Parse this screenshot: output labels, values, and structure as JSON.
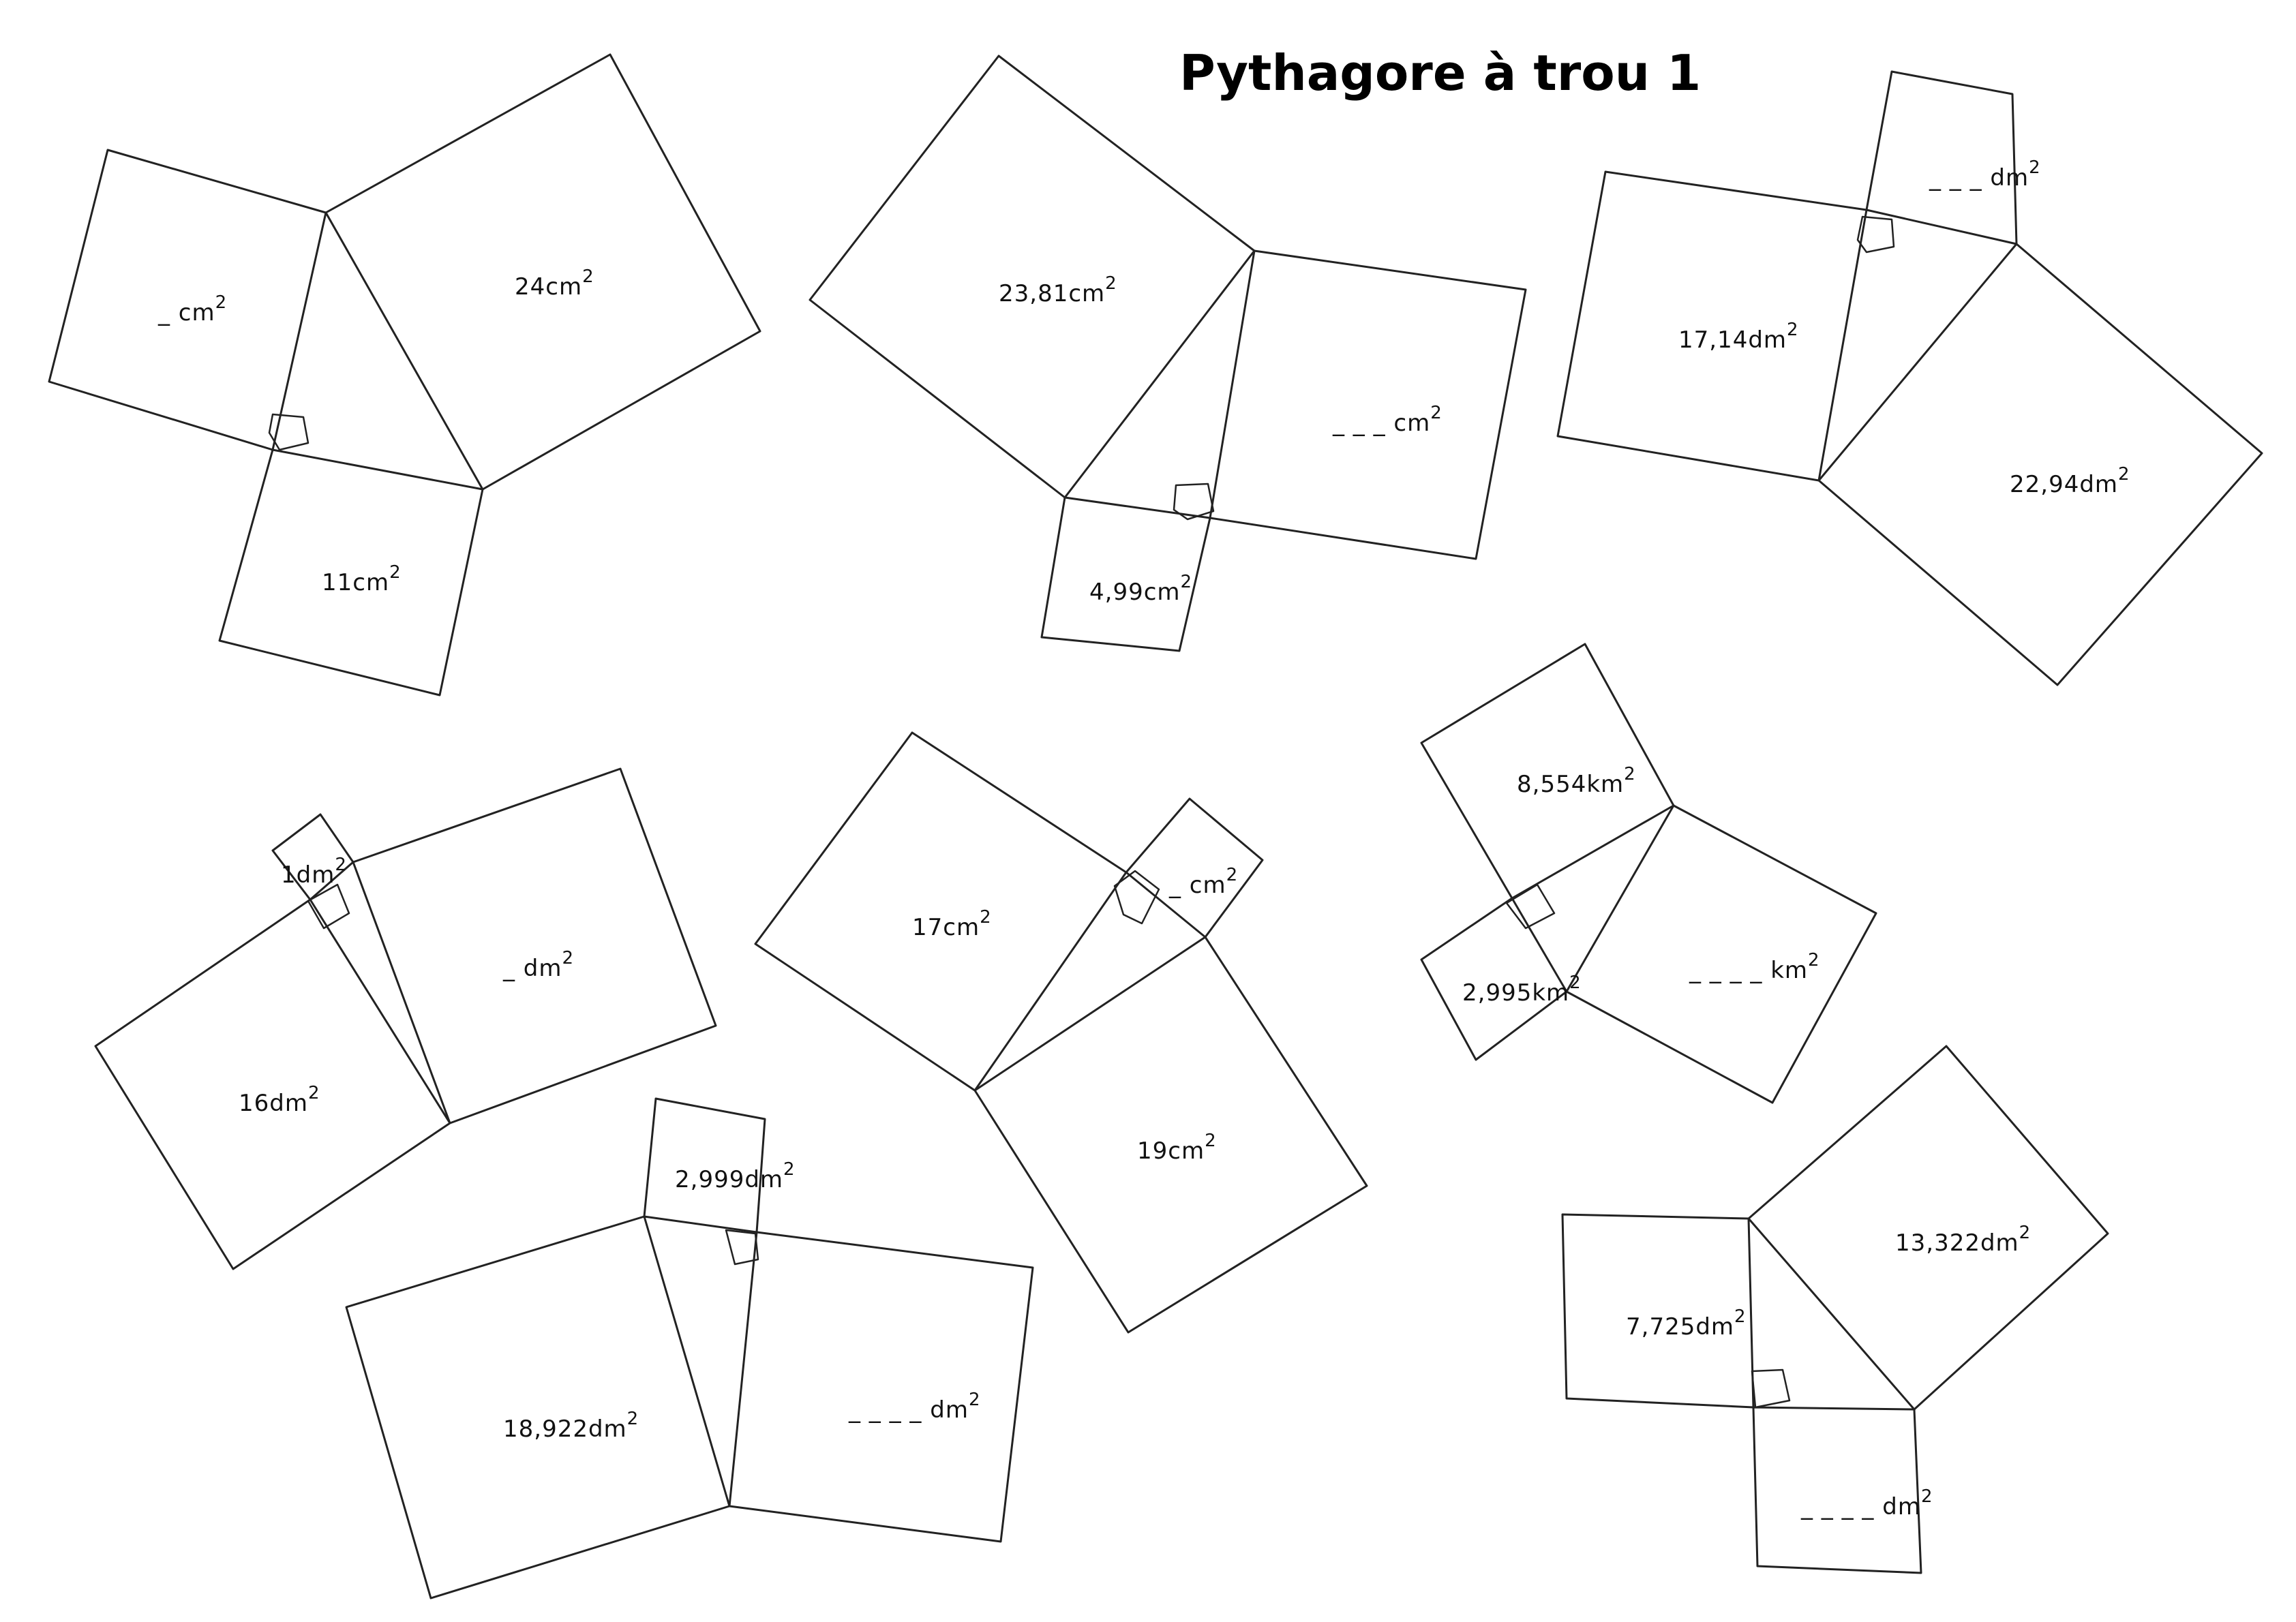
{
  "title": "Pythagore à trou 1",
  "figures": [
    {
      "labels": [
        {
          "id": "f1-a",
          "value": "_ cm",
          "exp": "2"
        },
        {
          "id": "f1-b",
          "value": "24cm",
          "exp": "2"
        },
        {
          "id": "f1-c",
          "value": "11cm",
          "exp": "2"
        }
      ]
    },
    {
      "labels": [
        {
          "id": "f2-a",
          "value": "23,81cm",
          "exp": "2"
        },
        {
          "id": "f2-b",
          "value": "_ _ _ cm",
          "exp": "2"
        },
        {
          "id": "f2-c",
          "value": "4,99cm",
          "exp": "2"
        }
      ]
    },
    {
      "labels": [
        {
          "id": "f3-a",
          "value": "_ _ _ dm",
          "exp": "2"
        },
        {
          "id": "f3-b",
          "value": "17,14dm",
          "exp": "2"
        },
        {
          "id": "f3-c",
          "value": "22,94dm",
          "exp": "2"
        }
      ]
    },
    {
      "labels": [
        {
          "id": "f4-a",
          "value": "1dm",
          "exp": "2"
        },
        {
          "id": "f4-b",
          "value": "_ dm",
          "exp": "2"
        },
        {
          "id": "f4-c",
          "value": "16dm",
          "exp": "2"
        }
      ]
    },
    {
      "labels": [
        {
          "id": "f5-a",
          "value": "17cm",
          "exp": "2"
        },
        {
          "id": "f5-b",
          "value": "_ cm",
          "exp": "2"
        },
        {
          "id": "f5-c",
          "value": "19cm",
          "exp": "2"
        }
      ]
    },
    {
      "labels": [
        {
          "id": "f6-a",
          "value": "8,554km",
          "exp": "2"
        },
        {
          "id": "f6-b",
          "value": "2,995km",
          "exp": "2"
        },
        {
          "id": "f6-c",
          "value": "_ _ _ _ km",
          "exp": "2"
        }
      ]
    },
    {
      "labels": [
        {
          "id": "f7-a",
          "value": "2,999dm",
          "exp": "2"
        },
        {
          "id": "f7-b",
          "value": "18,922dm",
          "exp": "2"
        },
        {
          "id": "f7-c",
          "value": "_ _ _ _ dm",
          "exp": "2"
        }
      ]
    },
    {
      "labels": [
        {
          "id": "f8-a",
          "value": "13,322dm",
          "exp": "2"
        },
        {
          "id": "f8-b",
          "value": "7,725dm",
          "exp": "2"
        },
        {
          "id": "f8-c",
          "value": "_ _ _ _ dm",
          "exp": "2"
        }
      ]
    }
  ]
}
